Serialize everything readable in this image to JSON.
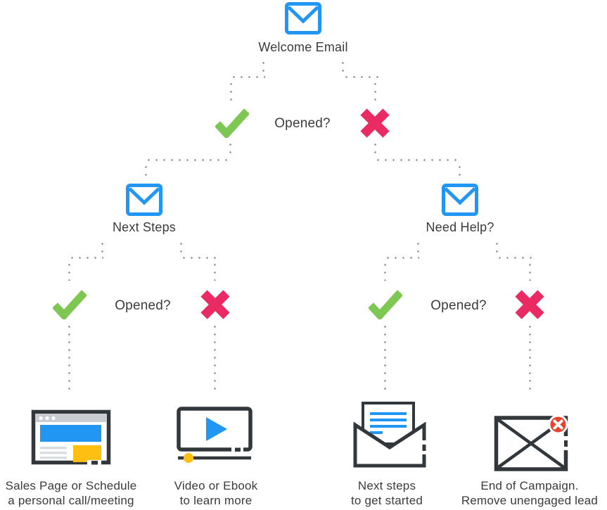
{
  "flow": {
    "root": {
      "label": "Welcome Email"
    },
    "decision1": {
      "question": "Opened?"
    },
    "branch_yes": {
      "label": "Next Steps",
      "decision": {
        "question": "Opened?"
      }
    },
    "branch_no": {
      "label": "Need Help?",
      "decision": {
        "question": "Opened?"
      }
    },
    "outcomes": [
      {
        "id": "sales-page",
        "line1": "Sales Page or Schedule",
        "line2": "a personal call/meeting"
      },
      {
        "id": "video-ebook",
        "line1": "Video or Ebook",
        "line2": "to learn more"
      },
      {
        "id": "next-steps",
        "line1": "Next steps",
        "line2": "to get started"
      },
      {
        "id": "end-campaign",
        "line1": "End of Campaign.",
        "line2": "Remove unengaged lead"
      }
    ]
  },
  "icons": {
    "root": "envelope-icon",
    "yes": "check-icon",
    "no": "cross-icon",
    "outcome1": "browser-window-icon",
    "outcome2": "video-player-icon",
    "outcome3": "open-envelope-icon",
    "outcome4": "envelope-removed-icon"
  },
  "colors": {
    "blue": "#2196F3",
    "green": "#7DC752",
    "pink": "#EA2A63",
    "red": "#E8432F",
    "yellow": "#FDBF12",
    "outline": "#32373C",
    "text": "#3B3B3B",
    "dots": "#9A9A9A",
    "gray_bar": "#C9CDD2",
    "gray_line": "#DADDE0"
  }
}
